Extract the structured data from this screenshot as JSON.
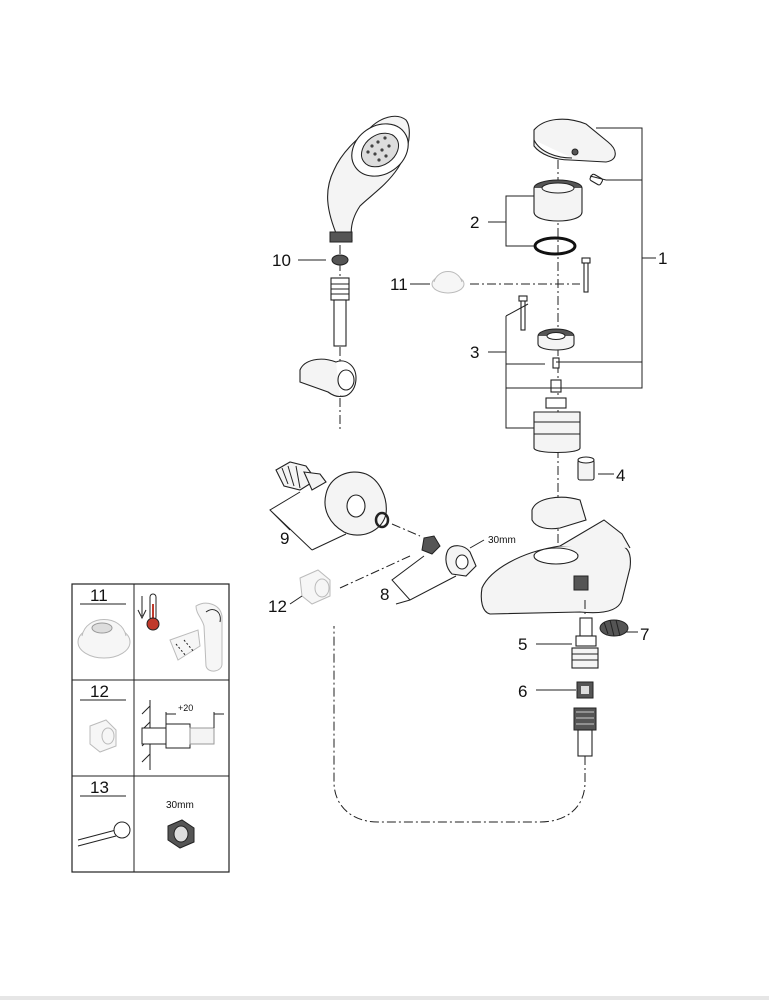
{
  "callouts": {
    "c1": "1",
    "c2": "2",
    "c3": "3",
    "c4": "4",
    "c5": "5",
    "c6": "6",
    "c7": "7",
    "c8": "8",
    "c9": "9",
    "c10": "10",
    "c11": "11",
    "c12": "12"
  },
  "legend": {
    "rows": [
      {
        "number": "11"
      },
      {
        "number": "12",
        "dimension": "+20"
      },
      {
        "number": "13",
        "wrench_size": "30mm"
      }
    ]
  },
  "nut_size_label": "30mm"
}
